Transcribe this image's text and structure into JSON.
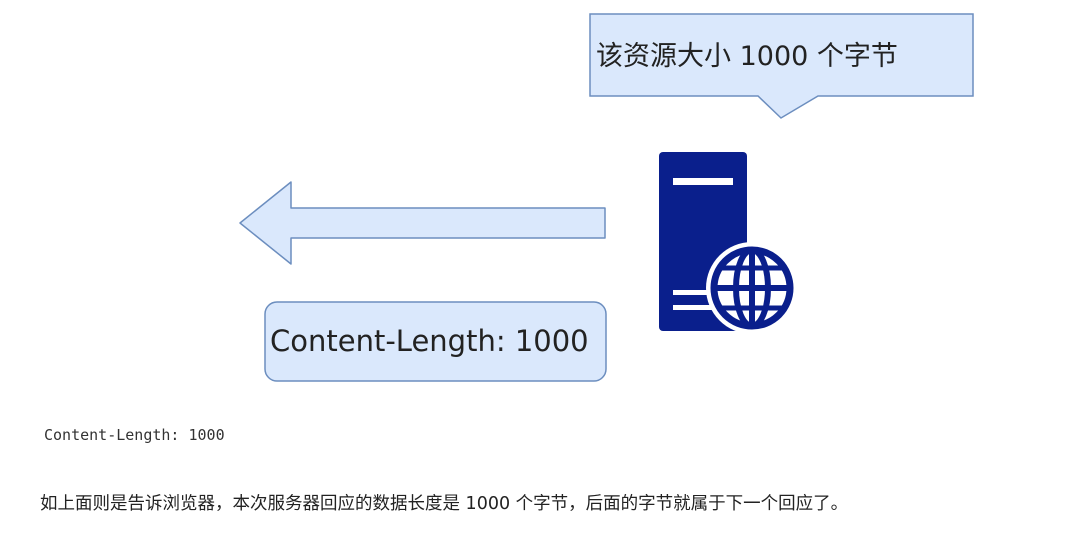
{
  "callout": {
    "text": "该资源大小 1000  个字节"
  },
  "response_header": {
    "label": "Content-Length: 1000"
  },
  "code_example": {
    "text": "Content-Length: 1000"
  },
  "description": {
    "text": "如上面则是告诉浏览器，本次服务器回应的数据长度是 1000 个字节，后面的字节就属于下一个回应了。"
  },
  "colors": {
    "light_fill": "#dae8fc",
    "stroke": "#6c8ebf",
    "server_blue": "#0a1f8c"
  },
  "icons": {
    "server": "server-globe-icon",
    "arrow": "left-arrow"
  }
}
